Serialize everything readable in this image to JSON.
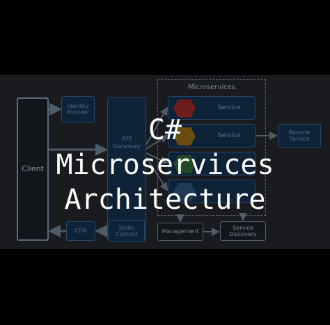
{
  "title": {
    "line1": "C#",
    "line2": "Microservices",
    "line3": "Architecture"
  },
  "diagram": {
    "client": "Client",
    "identity_provider": "Identity Provider",
    "api_gateway": "API Gateway",
    "microservices_label": "Microservices",
    "services": [
      "Service",
      "Service",
      "",
      ""
    ],
    "remote_service": "Remote Service",
    "cdn": "CDN",
    "static_content": "Static Content",
    "management": "Management",
    "service_discovery": "Service Discovery"
  },
  "colors": {
    "background": "#000000",
    "diagram_band": "#191b1f",
    "service_box": "#0e2238",
    "hex_red": "#6e1c1c",
    "hex_orange": "#6a4c10",
    "hex_green": "#1f4a22",
    "hex_blue": "#1f3b58",
    "title_text": "#ffffff"
  }
}
